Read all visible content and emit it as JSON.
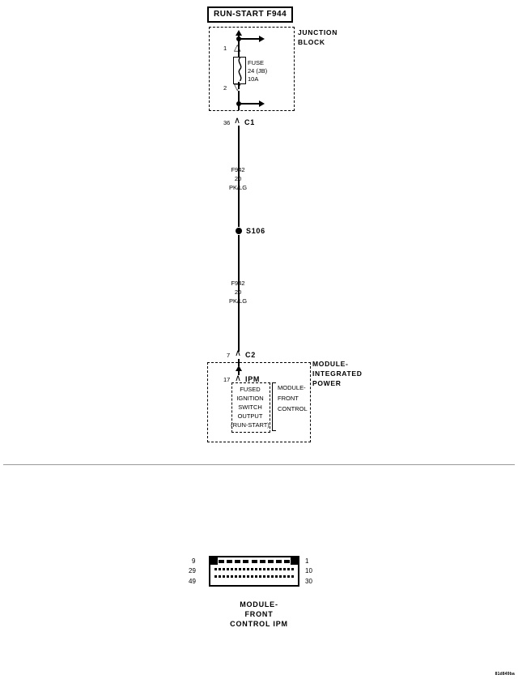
{
  "diagram": {
    "title": "RUN-START F944",
    "corner_code": "81d849ba"
  },
  "junction_block": {
    "label_line1": "JUNCTION",
    "label_line2": "BLOCK",
    "pin_top": "1",
    "pin_bottom": "2",
    "fuse": {
      "line1": "FUSE",
      "line2": "24 (JB)",
      "line3": "10A"
    }
  },
  "connector_c1": {
    "pin": "36",
    "name": "C1"
  },
  "wire_upper": {
    "circuit": "F942",
    "gauge": "20",
    "color": "PK/LG"
  },
  "splice": {
    "name": "S106"
  },
  "wire_lower": {
    "circuit": "F942",
    "gauge": "20",
    "color": "PK/LG"
  },
  "connector_c2": {
    "pin": "7",
    "name": "C2"
  },
  "ipm_block": {
    "pin": "17",
    "name": "IPM",
    "right_label_line1": "MODULE-",
    "right_label_line2": "INTEGRATED",
    "right_label_line3": "POWER",
    "inner_label_lines": [
      "FUSED",
      "IGNITION",
      "SWITCH",
      "OUTPUT",
      "(RUN-START)"
    ],
    "bracket_label_lines": [
      "MODULE-",
      "FRONT",
      "CONTROL"
    ]
  },
  "connector_pinout": {
    "left_numbers": [
      "9",
      "29",
      "49"
    ],
    "right_numbers": [
      "1",
      "10",
      "30"
    ],
    "row_pin_counts": [
      9,
      20,
      20
    ],
    "caption_lines": [
      "MODULE-",
      "FRONT",
      "CONTROL IPM"
    ]
  }
}
